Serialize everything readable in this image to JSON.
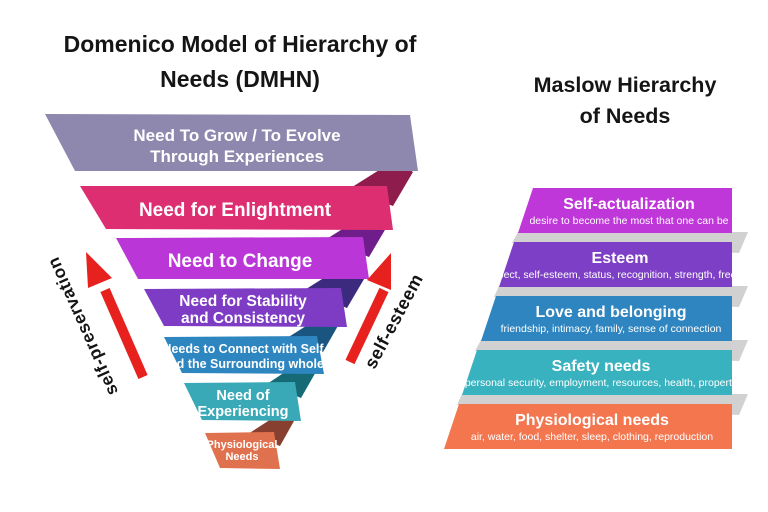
{
  "left_diagram": {
    "title_lines": [
      "Domenico Model of Hierarchy of",
      "Needs (DMHN)"
    ],
    "left_arrow_label": "self-preservation",
    "right_arrow_label": "self-esteem",
    "arrow_color": "#e6211e",
    "levels": [
      {
        "lines": [
          "Need To Grow / To Evolve",
          "Through Experiences"
        ],
        "color": "#8e88af"
      },
      {
        "lines": [
          "Need for Enlightment"
        ],
        "color": "#dc2e70",
        "fold_color": "#8e1c4c"
      },
      {
        "lines": [
          "Need to Change"
        ],
        "color": "#ba36d7",
        "fold_color": "#6e1d8a"
      },
      {
        "lines": [
          "Need for Stability",
          "and Consistency"
        ],
        "color": "#7e3cc5",
        "fold_color": "#3c2a7e"
      },
      {
        "lines": [
          "Needs to Connect with Self",
          "and the Surrounding whole"
        ],
        "color": "#2e86c1",
        "fold_color": "#1a5580"
      },
      {
        "lines": [
          "Need of",
          "Experiencing"
        ],
        "color": "#3aa9b7",
        "fold_color": "#156a76"
      },
      {
        "lines": [
          "Physiological",
          "Needs"
        ],
        "color": "#e0714e",
        "fold_color": "#87402f"
      }
    ]
  },
  "right_diagram": {
    "title_lines": [
      "Maslow Hierarchy",
      "of Needs"
    ],
    "shadow_color": "#d2d1d1",
    "levels": [
      {
        "title": "Self-actualization",
        "subtitle": "desire to become the most that one can be",
        "color": "#bf36d9"
      },
      {
        "title": "Esteem",
        "subtitle": "respect, self-esteem, status, recognition, strength, freedom",
        "color": "#7d3fc6"
      },
      {
        "title": "Love and belonging",
        "subtitle": "friendship, intimacy, family, sense of connection",
        "color": "#2e85bf"
      },
      {
        "title": "Safety needs",
        "subtitle": "personal security, employment, resources, health, property",
        "color": "#38b2bf"
      },
      {
        "title": "Physiological needs",
        "subtitle": "air, water, food, shelter, sleep, clothing, reproduction",
        "color": "#f3764f"
      }
    ]
  }
}
